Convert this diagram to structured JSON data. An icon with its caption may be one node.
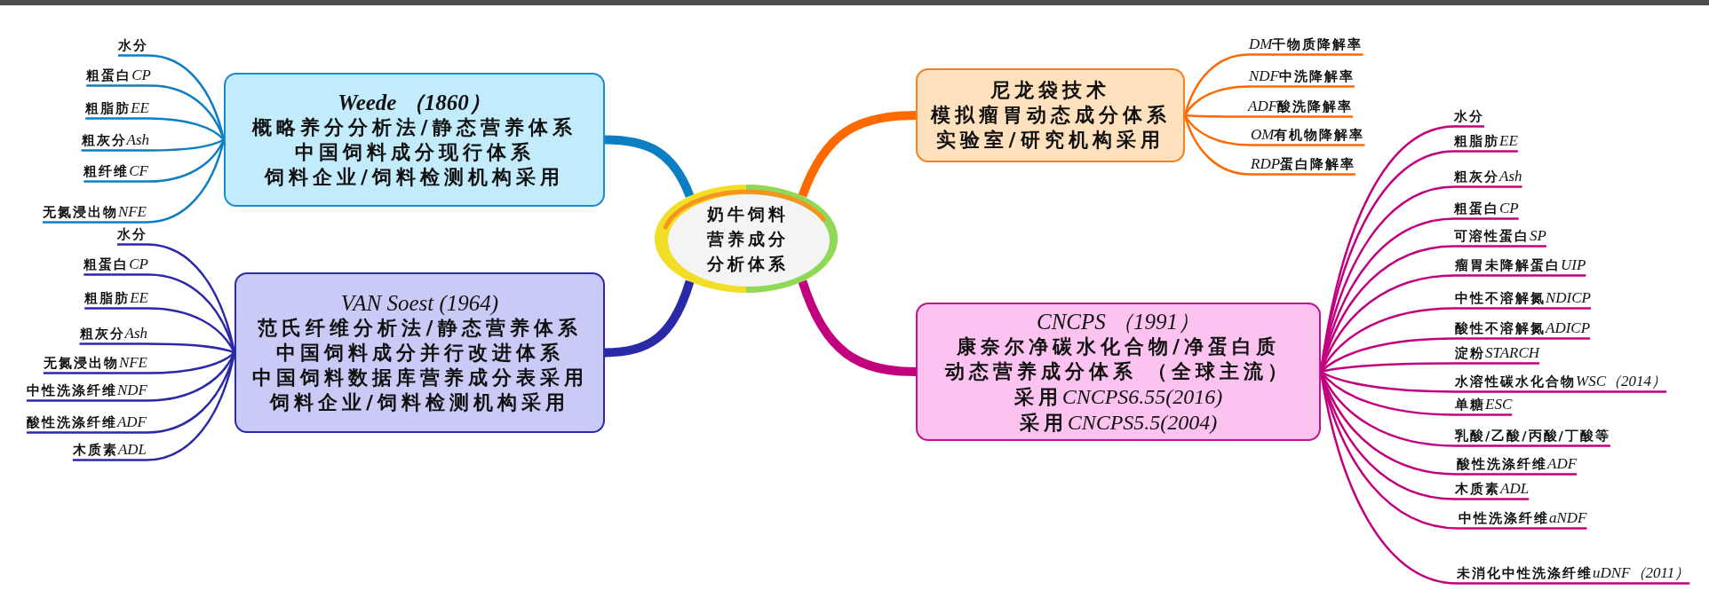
{
  "diagram": {
    "nodes": [
      {
        "text": [
          "奶牛饲料营养成分分析体系"
        ]
      },
      {
        "text": [
          "Weede （1860）",
          "概略养分分析法/静态营养体系",
          "中国饲料成分现行体系",
          "饲料企业/饲料检测机构采用"
        ]
      },
      {
        "text": [
          "尼龙袋技术",
          "模拟瘤胃动态成分体系",
          "实验室/研究机构采用"
        ]
      },
      {
        "text": [
          "VAN Soest (1964)",
          "范氏纤维分析法/静态营养体系",
          "中国饲料成分并行改进体系",
          "中国饲料数据库营养成分表采用",
          "饲料企业/饲料检测机构采用"
        ]
      },
      {
        "text": [
          "CNCPS （1991）",
          "康奈尔净碳水化合物/净蛋白质",
          "动态营养成分体系 （全球主流）",
          "采用CNCPS6.55(2016)",
          "采用CNCPS5.5(2004)"
        ]
      },
      {
        "text": [
          "水分"
        ]
      },
      {
        "text": [
          "粗蛋白CP"
        ]
      },
      {
        "text": [
          "粗脂肪EE"
        ]
      },
      {
        "text": [
          "粗灰分Ash"
        ]
      },
      {
        "text": [
          "粗纤维CF"
        ]
      },
      {
        "text": [
          "无氮浸出物NFE"
        ]
      },
      {
        "text": [
          "DM干物质降解率"
        ]
      },
      {
        "text": [
          "NDF中洗降解率"
        ]
      },
      {
        "text": [
          "ADF酸洗降解率"
        ]
      },
      {
        "text": [
          "OM有机物降解率"
        ]
      },
      {
        "text": [
          "RDP蛋白降解率"
        ]
      },
      {
        "text": [
          "水分"
        ]
      },
      {
        "text": [
          "粗蛋白CP"
        ]
      },
      {
        "text": [
          "粗脂肪EE"
        ]
      },
      {
        "text": [
          "粗灰分Ash"
        ]
      },
      {
        "text": [
          "无氮浸出物NFE"
        ]
      },
      {
        "text": [
          "中性洗涤纤维NDF"
        ]
      },
      {
        "text": [
          "酸性洗涤纤维ADF"
        ]
      },
      {
        "text": [
          "木质素ADL"
        ]
      },
      {
        "text": [
          "水分"
        ]
      },
      {
        "text": [
          "粗脂肪EE"
        ]
      },
      {
        "text": [
          "粗灰分Ash"
        ]
      },
      {
        "text": [
          "粗蛋白CP"
        ]
      },
      {
        "text": [
          "可溶性蛋白SP"
        ]
      },
      {
        "text": [
          "瘤胃未降解蛋白UIP"
        ]
      },
      {
        "text": [
          "中性不溶解氮NDICP"
        ]
      },
      {
        "text": [
          "酸性不溶解氮ADICP"
        ]
      },
      {
        "text": [
          "淀粉STARCH"
        ]
      },
      {
        "text": [
          "水溶性碳水化合物WSC（2014）"
        ]
      },
      {
        "text": [
          "单糖ESC"
        ]
      },
      {
        "text": [
          "乳酸/乙酸/丙酸/丁酸等"
        ]
      },
      {
        "text": [
          "酸性洗涤纤维ADF"
        ]
      },
      {
        "text": [
          "木质素ADL"
        ]
      },
      {
        "text": [
          "中性洗涤纤维aNDF"
        ]
      },
      {
        "text": [
          "未消化中性洗涤纤维uDNF（2011）"
        ]
      }
    ],
    "edges": [
      {
        "from": 0,
        "to": 1,
        "arrow": "none",
        "style": "thick",
        "color": "#0b7ec4"
      },
      {
        "from": 0,
        "to": 2,
        "arrow": "none",
        "style": "thick",
        "color": "#ff6a00"
      },
      {
        "from": 0,
        "to": 3,
        "arrow": "none",
        "style": "thick",
        "color": "#2a2aa8"
      },
      {
        "from": 0,
        "to": 4,
        "arrow": "none",
        "style": "thick"
      },
      {
        "from": 1,
        "to": 5,
        "arrow": "none",
        "color": "#0b7ec4"
      },
      {
        "from": 1,
        "to": 6,
        "arrow": "none",
        "color": "#0b7ec4"
      },
      {
        "from": 1,
        "to": 7,
        "arrow": "none",
        "color": "#0b7ec4"
      },
      {
        "from": 1,
        "to": 8,
        "arrow": "none",
        "color": "#0b7ec4"
      },
      {
        "from": 1,
        "to": 9,
        "arrow": "none",
        "color": "#0b7ec4"
      },
      {
        "from": 1,
        "to": 10,
        "arrow": "none",
        "color": "#0b7ec4"
      },
      {
        "from": 2,
        "to": 11,
        "arrow": "none",
        "color": "#ff6a00"
      },
      {
        "from": 2,
        "to": 12,
        "arrow": "none",
        "color": "#ff6a00"
      },
      {
        "from": 2,
        "to": 13,
        "arrow": "none",
        "color": "#ff6a00"
      },
      {
        "from": 2,
        "to": 14,
        "arrow": "none",
        "color": "#ff6a00"
      },
      {
        "from": 2,
        "to": 15,
        "arrow": "none",
        "color": "#ff6a00"
      },
      {
        "from": 3,
        "to": 16,
        "arrow": "none",
        "color": "#2a2aa8"
      },
      {
        "from": 3,
        "to": 17,
        "arrow": "none",
        "color": "#2a2aa8"
      },
      {
        "from": 3,
        "to": 18,
        "arrow": "none",
        "color": "#2a2aa8"
      },
      {
        "from": 3,
        "to": 19,
        "arrow": "none",
        "color": "#2a2aa8"
      },
      {
        "from": 3,
        "to": 20,
        "arrow": "none",
        "color": "#2a2aa8"
      },
      {
        "from": 3,
        "to": 21,
        "arrow": "none",
        "color": "#2a2aa8"
      },
      {
        "from": 3,
        "to": 22,
        "arrow": "none",
        "color": "#2a2aa8"
      },
      {
        "from": 3,
        "to": 23,
        "arrow": "none",
        "color": "#2a2aa8"
      },
      {
        "from": 4,
        "to": 24,
        "arrow": "none"
      },
      {
        "from": 4,
        "to": 25,
        "arrow": "none"
      },
      {
        "from": 4,
        "to": 26,
        "arrow": "none"
      },
      {
        "from": 4,
        "to": 27,
        "arrow": "none"
      },
      {
        "from": 4,
        "to": 28,
        "arrow": "none"
      },
      {
        "from": 4,
        "to": 29,
        "arrow": "none"
      },
      {
        "from": 4,
        "to": 30,
        "arrow": "none"
      },
      {
        "from": 4,
        "to": 31,
        "arrow": "none"
      },
      {
        "from": 4,
        "to": 32,
        "arrow": "none"
      },
      {
        "from": 4,
        "to": 33,
        "arrow": "none"
      },
      {
        "from": 4,
        "to": 34,
        "arrow": "none"
      },
      {
        "from": 4,
        "to": 35,
        "arrow": "none"
      },
      {
        "from": 4,
        "to": 36,
        "arrow": "none"
      },
      {
        "from": 4,
        "to": 37,
        "arrow": "none"
      },
      {
        "from": 4,
        "to": 38,
        "arrow": "none"
      },
      {
        "from": 4,
        "to": 39,
        "arrow": "none"
      }
    ]
  }
}
